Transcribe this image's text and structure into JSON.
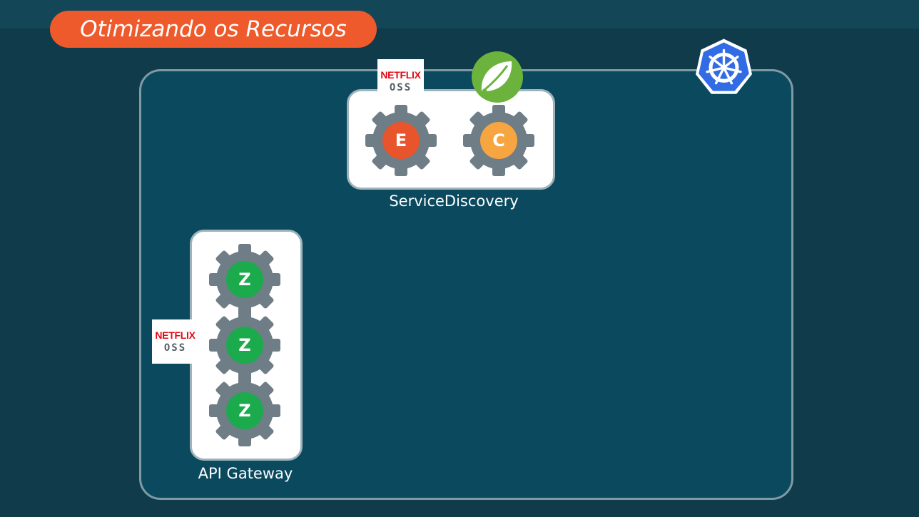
{
  "title": "Otimizando os Recursos",
  "service_discovery": {
    "caption": "ServiceDiscovery",
    "gears": [
      {
        "letter": "E",
        "color": "#e8542b"
      },
      {
        "letter": "C",
        "color": "#f7a540"
      }
    ]
  },
  "api_gateway": {
    "caption": "API Gateway",
    "gears": [
      {
        "letter": "Z",
        "color": "#1bab4c"
      },
      {
        "letter": "Z",
        "color": "#1bab4c"
      },
      {
        "letter": "Z",
        "color": "#1bab4c"
      }
    ]
  },
  "netflix_logo": {
    "line1": "NETFLIX",
    "line2": "OSS"
  },
  "icons": {
    "kubernetes": "kubernetes-helm-icon",
    "spring": "spring-leaf-icon"
  },
  "colors": {
    "background": "#0f3b4b",
    "accent": "#ee5a2b",
    "cluster_fill": "#0b4a5e",
    "gear": "#6e7d86"
  }
}
